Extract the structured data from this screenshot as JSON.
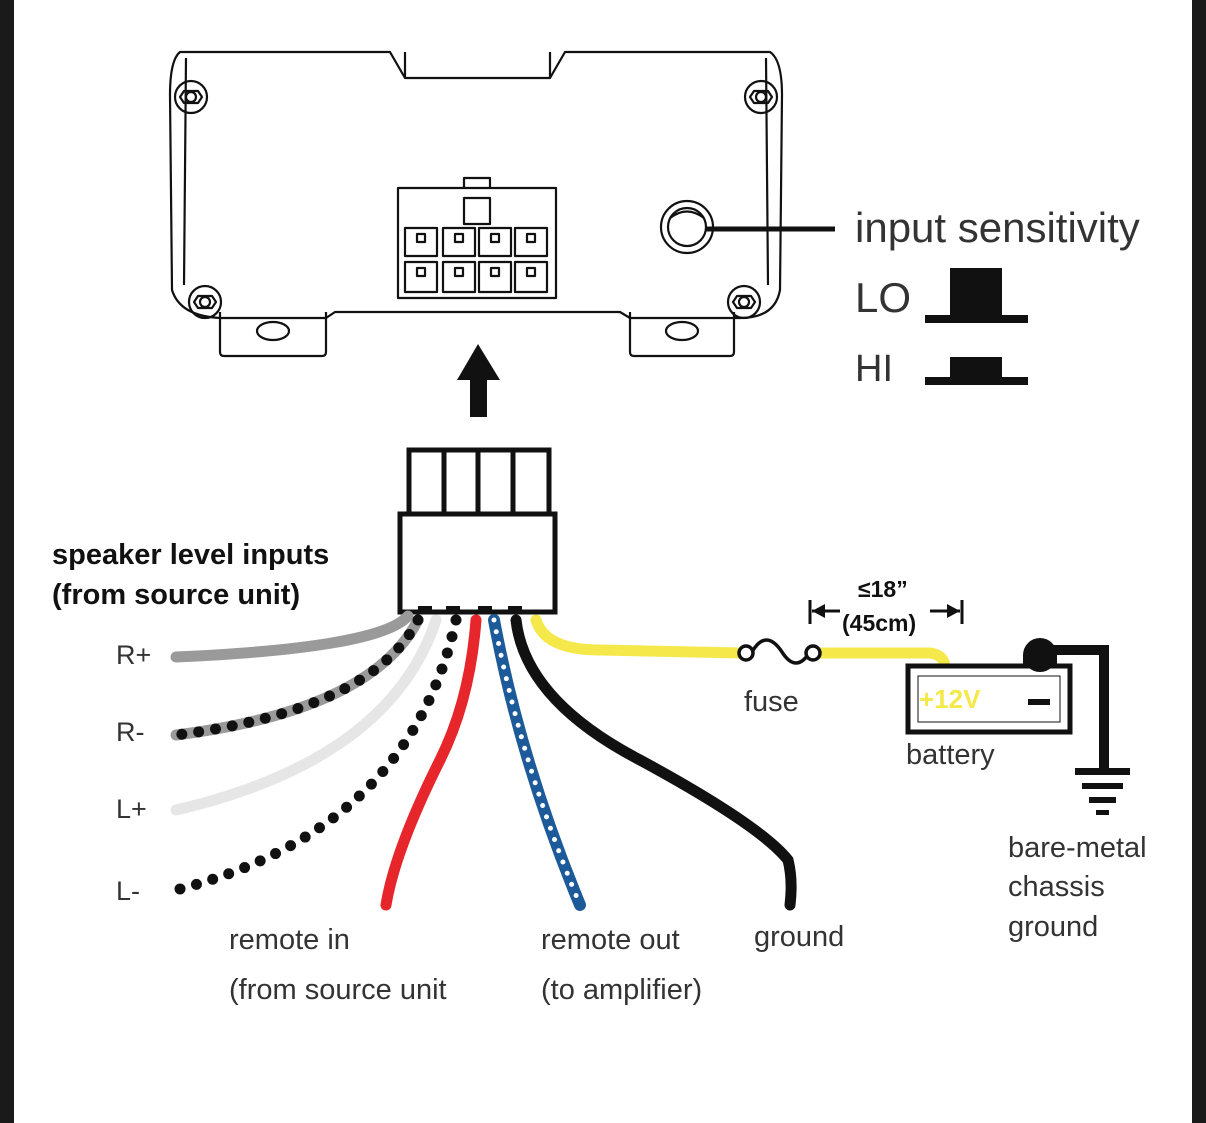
{
  "sensitivity": {
    "title": "input sensitivity",
    "lo": "LO",
    "hi": "HI"
  },
  "speaker_inputs": {
    "line1": "speaker level inputs",
    "line2": "(from source unit)"
  },
  "wires": {
    "r_plus": "R+",
    "r_minus": "R-",
    "l_plus": "L+",
    "l_minus": "L-"
  },
  "remote_in": {
    "line1": "remote in",
    "line2": "(from source unit"
  },
  "remote_out": {
    "line1": "remote out",
    "line2": "(to amplifier)"
  },
  "ground": "ground",
  "fuse": "fuse",
  "battery": {
    "label": "battery",
    "positive": "+12V",
    "negative": "–"
  },
  "distance": {
    "imperial": "≤18”",
    "metric": "(45cm)"
  },
  "chassis": {
    "line1": "bare-metal",
    "line2": "chassis",
    "line3": "ground"
  },
  "colors": {
    "yellow": "#f5e84a",
    "red": "#e6262b",
    "blue": "#1c5a9a",
    "black": "#111111",
    "gray": "#9a9a9a",
    "lightgray": "#e6e6e6"
  }
}
